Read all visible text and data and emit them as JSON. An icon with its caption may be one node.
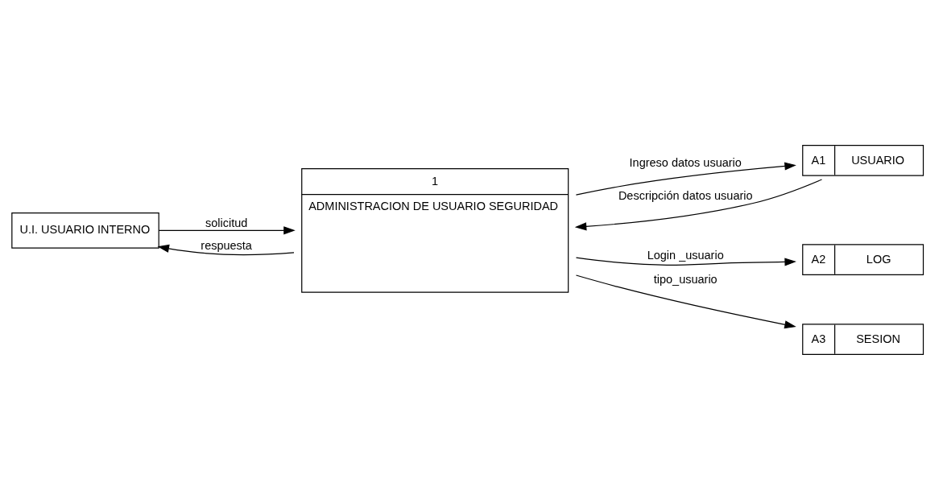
{
  "diagram": {
    "nodes": [
      {
        "text": [
          "U.I. USUARIO INTERNO"
        ]
      },
      {
        "text": [
          "1",
          "ADMINISTRACION DE USUARIO SEGURIDAD"
        ]
      },
      {
        "text": [
          "A1",
          "USUARIO"
        ]
      },
      {
        "text": [
          "A2",
          "LOG"
        ]
      },
      {
        "text": [
          "A3",
          "SESION"
        ]
      }
    ],
    "edges": [
      {
        "from": 0,
        "to": 1,
        "arrow": "to",
        "label": "solicitud"
      },
      {
        "from": 1,
        "to": 0,
        "arrow": "to",
        "label": "respuesta"
      },
      {
        "from": 1,
        "to": 2,
        "arrow": "to",
        "label": "Ingreso datos usuario"
      },
      {
        "from": 2,
        "to": 1,
        "arrow": "to",
        "label": "Descripción datos usuario"
      },
      {
        "from": 1,
        "to": 3,
        "arrow": "to",
        "label": "Login _usuario"
      },
      {
        "from": 1,
        "to": 4,
        "arrow": "to",
        "label": "tipo_usuario"
      }
    ]
  }
}
